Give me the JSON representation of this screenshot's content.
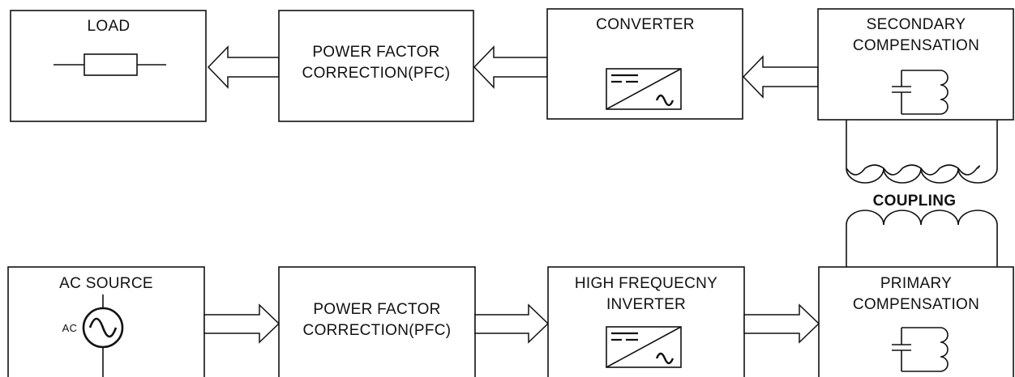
{
  "blocks": {
    "load": {
      "label": "LOAD"
    },
    "pfc_top": {
      "label_line1": "POWER FACTOR",
      "label_line2": "CORRECTION(PFC)"
    },
    "converter": {
      "label": "CONVERTER"
    },
    "secondary_compensation": {
      "label_line1": "SECONDARY",
      "label_line2": "COMPENSATION"
    },
    "ac_source": {
      "label": "AC SOURCE",
      "symbol_text": "AC"
    },
    "pfc_bottom": {
      "label_line1": "POWER FACTOR",
      "label_line2": "CORRECTION(PFC)"
    },
    "inverter": {
      "label_line1": "HIGH FREQUECNY",
      "label_line2": "INVERTER"
    },
    "primary_compensation": {
      "label_line1": "PRIMARY",
      "label_line2": "COMPENSATION"
    }
  },
  "coupling": {
    "label": "COUPLING"
  },
  "icons": [
    "resistor-icon",
    "dc-ac-converter-icon",
    "lc-tank-icon",
    "ac-source-icon",
    "coil-icon"
  ]
}
